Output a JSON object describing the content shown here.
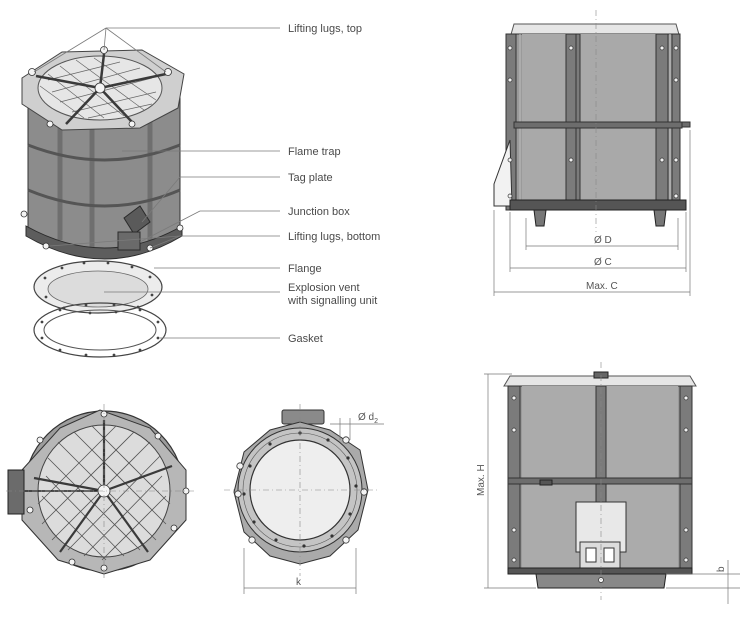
{
  "callouts": [
    "Lifting lugs, top",
    "Flame trap",
    "Tag plate",
    "Junction box",
    "Lifting lugs, bottom",
    "Flange",
    "Explosion vent",
    "with signalling unit",
    "Gasket"
  ],
  "dimensions": {
    "d": "Ø D",
    "c": "Ø C",
    "max_c": "Max. C",
    "max_h": "Max. H",
    "b": "b",
    "d2": "Ø d",
    "d2_sub": "2",
    "k": "k"
  },
  "colors": {
    "line": "#7a7a7a",
    "metal": "#8c8c8c",
    "text": "#4a4a4a"
  }
}
